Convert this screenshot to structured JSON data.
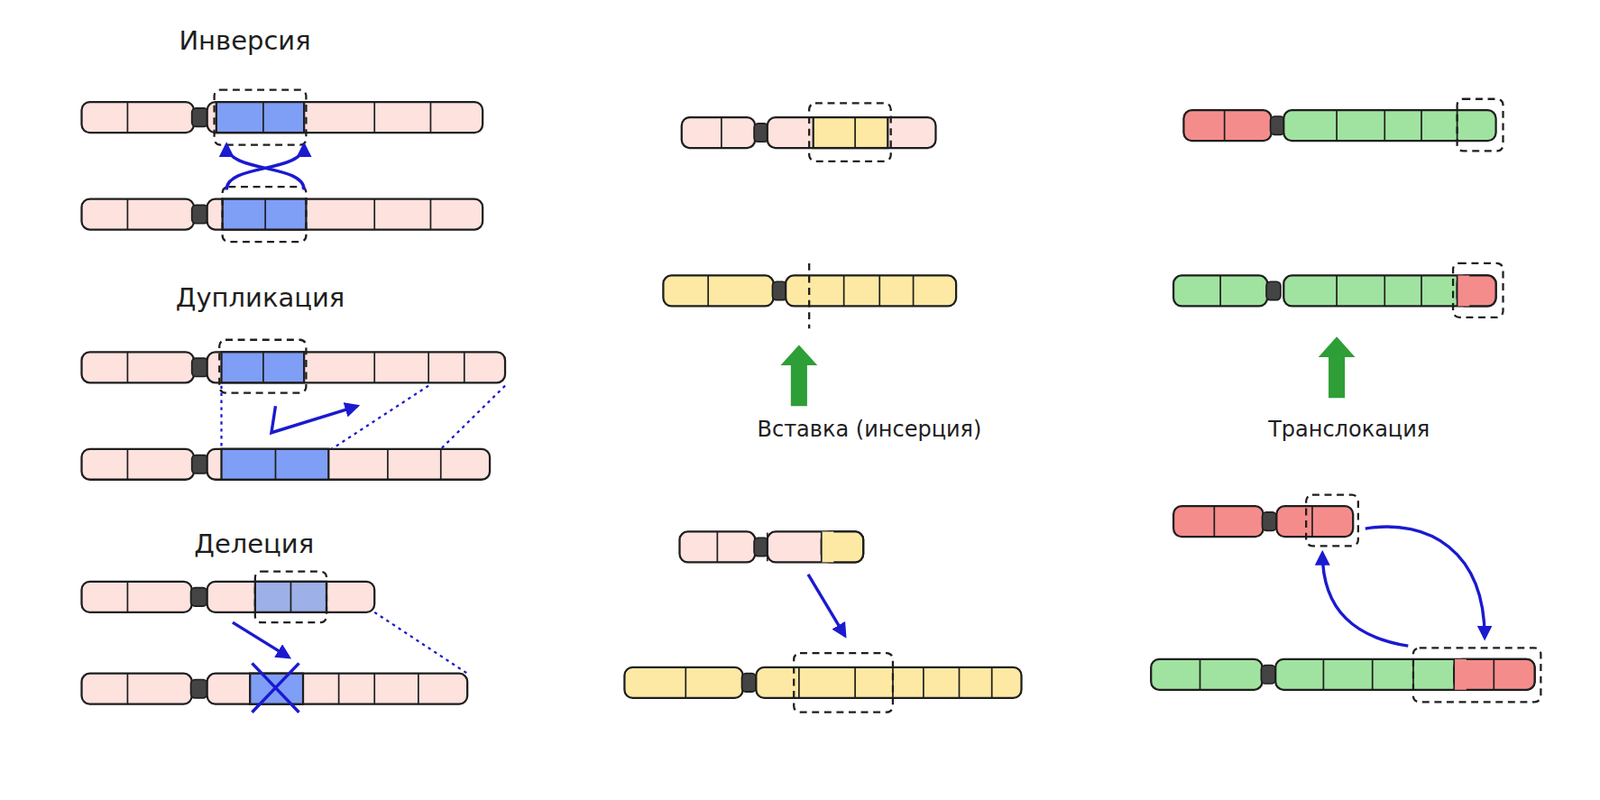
{
  "diagram": {
    "labels": [
      "Инверсия",
      "Дупликация",
      "Делеция",
      "Вставка (инсерция)",
      "Транслокация"
    ]
  }
}
